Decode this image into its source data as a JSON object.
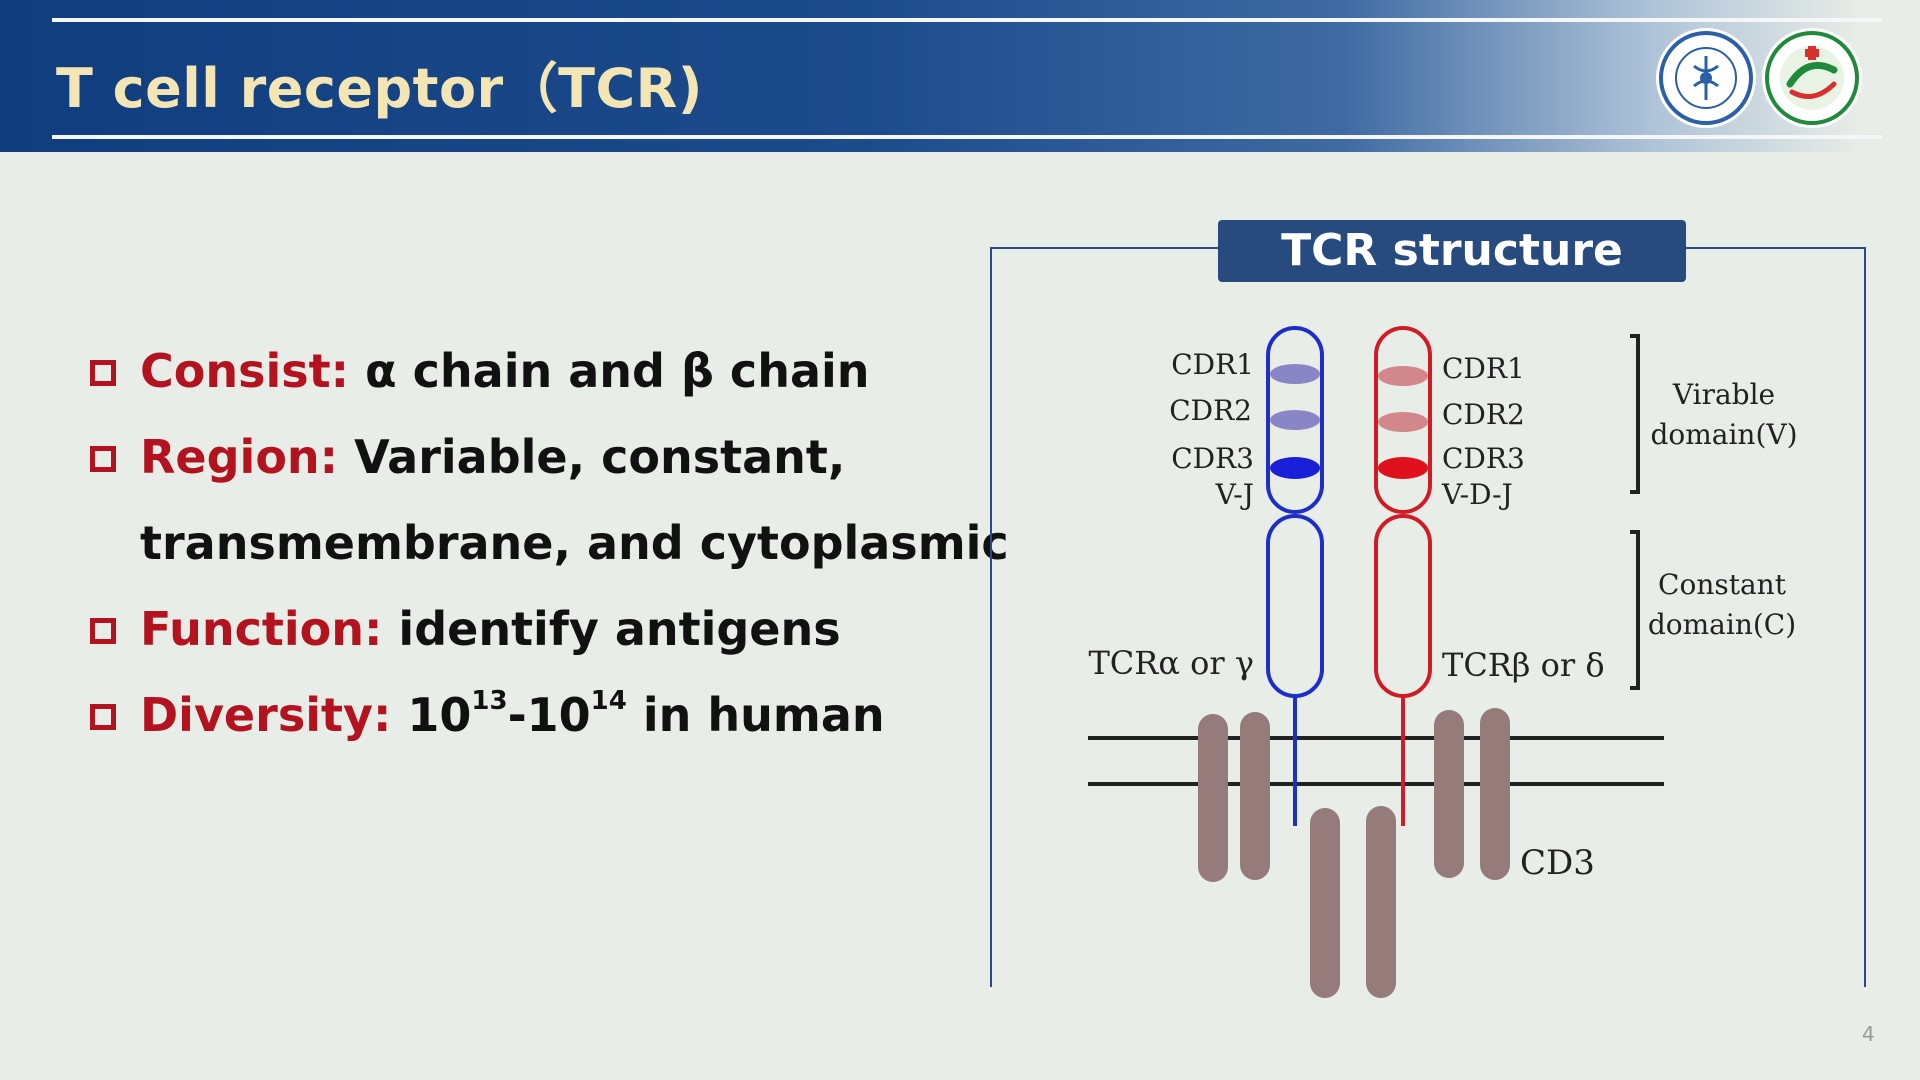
{
  "slide": {
    "title": "T cell receptor（TCR)",
    "page_number": "4"
  },
  "bullets": [
    {
      "key": "Consist:",
      "text": " α chain and β chain"
    },
    {
      "key": "Region:",
      "text": " Variable, constant,"
    },
    {
      "key": "",
      "text": "transmembrane, and cytoplasmic"
    },
    {
      "key": "Function:",
      "text": " identify antigens"
    },
    {
      "key": "Diversity:",
      "text_a": " 10",
      "sup_a": "13",
      "text_b": "-10",
      "sup_b": "14",
      "text_c": " in human"
    }
  ],
  "diagram": {
    "tab_title": "TCR structure",
    "left_chain": {
      "cdr1": "CDR1",
      "cdr2": "CDR2",
      "cdr3": "CDR3",
      "segment": "V-J",
      "name": "TCRα or γ",
      "color": "#1e2fc8"
    },
    "right_chain": {
      "cdr1": "CDR1",
      "cdr2": "CDR2",
      "cdr3": "CDR3",
      "segment": "V-D-J",
      "name": "TCRβ or δ",
      "color": "#d01c27"
    },
    "variable_domain": [
      "Virable",
      "domain(V)"
    ],
    "constant_domain": [
      "Constant",
      "domain(C)"
    ],
    "cd3_label": "CD3"
  }
}
